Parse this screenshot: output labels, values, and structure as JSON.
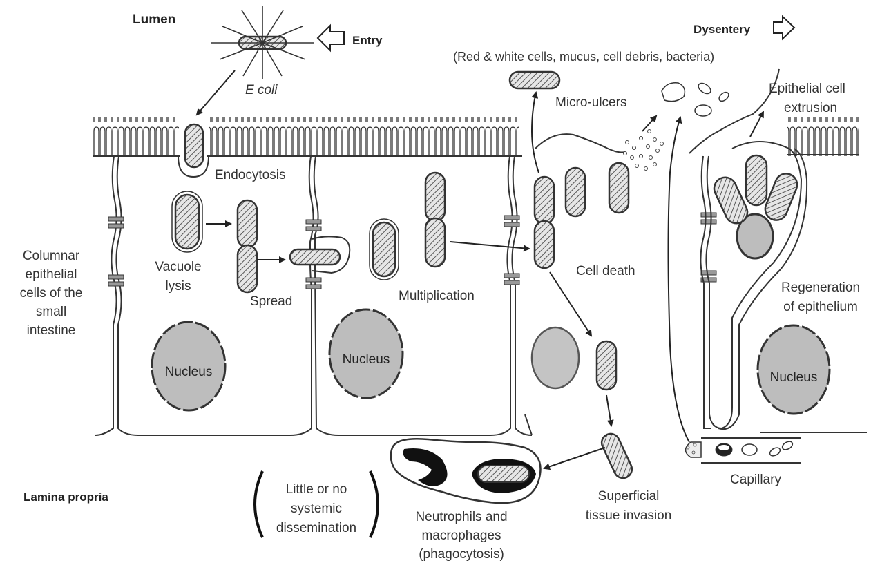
{
  "labels": {
    "lumen": "Lumen",
    "entry": "Entry",
    "ecoli": "E coli",
    "dysentery": "Dysentery",
    "dysentery_contents": "(Red & white cells, mucus, cell debris, bacteria)",
    "micro_ulcers": "Micro-ulcers",
    "epithelial_extrusion_1": "Epithelial cell",
    "epithelial_extrusion_2": "extrusion",
    "endocytosis": "Endocytosis",
    "columnar_1": "Columnar",
    "columnar_2": "epithelial",
    "columnar_3": "cells of the",
    "columnar_4": "small",
    "columnar_5": "intestine",
    "vacuole_1": "Vacuole",
    "vacuole_2": "lysis",
    "spread": "Spread",
    "multiplication": "Multiplication",
    "cell_death": "Cell death",
    "regeneration_1": "Regeneration",
    "regeneration_2": "of epithelium",
    "nucleus_1": "Nucleus",
    "nucleus_2": "Nucleus",
    "nucleus_3": "Nucleus",
    "capillary": "Capillary",
    "lamina_propria": "Lamina propria",
    "little_1": "Little or no",
    "little_2": "systemic",
    "little_3": "dissemination",
    "neutrophils_1": "Neutrophils and",
    "neutrophils_2": "macrophages",
    "neutrophils_3": "(phagocytosis)",
    "superficial_1": "Superficial",
    "superficial_2": "tissue invasion"
  },
  "colors": {
    "stroke": "#333333",
    "nucleus_fill": "#bdbdbd",
    "bacterium_fill": "#d9d9d9",
    "background": "#ffffff"
  }
}
